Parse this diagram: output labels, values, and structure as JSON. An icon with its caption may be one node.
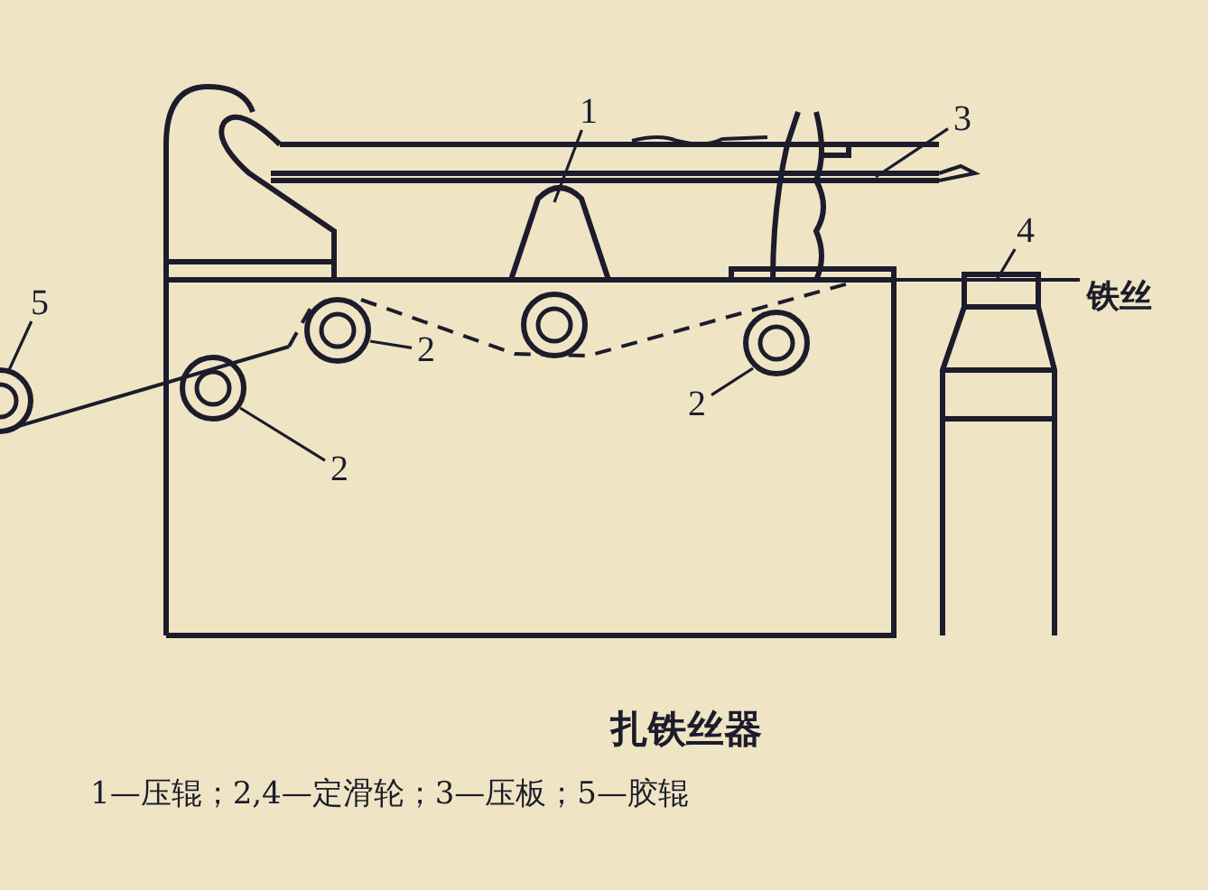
{
  "diagram": {
    "title": "扎铁丝器",
    "caption": "1—压辊；2,4—定滑轮；3—压板；5—胶辊",
    "nodes": [
      {
        "text": [
          "1"
        ]
      },
      {
        "text": [
          "3"
        ]
      },
      {
        "text": [
          "4"
        ]
      },
      {
        "text": [
          "5"
        ]
      },
      {
        "text": [
          "2"
        ]
      },
      {
        "text": [
          "2"
        ]
      },
      {
        "text": [
          "2"
        ]
      }
    ],
    "edges": [
      {
        "from": 0,
        "to": null,
        "arrow": "none"
      },
      {
        "from": 1,
        "to": null,
        "arrow": "none"
      },
      {
        "from": 2,
        "to": null,
        "arrow": "none"
      },
      {
        "from": 3,
        "to": null,
        "arrow": "none"
      },
      {
        "from": 4,
        "to": null,
        "arrow": "none"
      },
      {
        "from": 5,
        "to": null,
        "arrow": "none"
      },
      {
        "from": 6,
        "to": null,
        "arrow": "none"
      }
    ],
    "labels": [
      "铁丝"
    ]
  }
}
